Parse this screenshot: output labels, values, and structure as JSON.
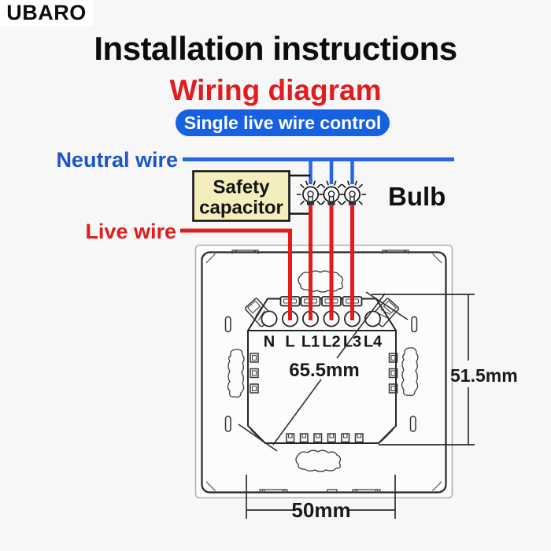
{
  "brand": {
    "name": "UBARO"
  },
  "header": {
    "title": "Installation instructions",
    "subtitle": "Wiring diagram",
    "control_badge": "Single live wire control"
  },
  "diagram": {
    "neutral_label": "Neutral wire",
    "live_label": "Live wire",
    "capacitor_line1": "Safety",
    "capacitor_line2": "capacitor",
    "bulb_label": "Bulb",
    "terminals": [
      "N",
      "L",
      "L1",
      "L2",
      "L3",
      "L4"
    ],
    "dimensions": {
      "diagonal": "65.5mm",
      "height": "51.5mm",
      "width": "50mm"
    }
  },
  "colors": {
    "page_bg": "#f7f7f7",
    "accent_blue": "#1660e2",
    "wire_blue": "#2765e8",
    "label_blue": "#1d54cd",
    "red": "#e41b1d",
    "capacitor_fill": "#f4eebc",
    "line_dark": "#262626"
  }
}
